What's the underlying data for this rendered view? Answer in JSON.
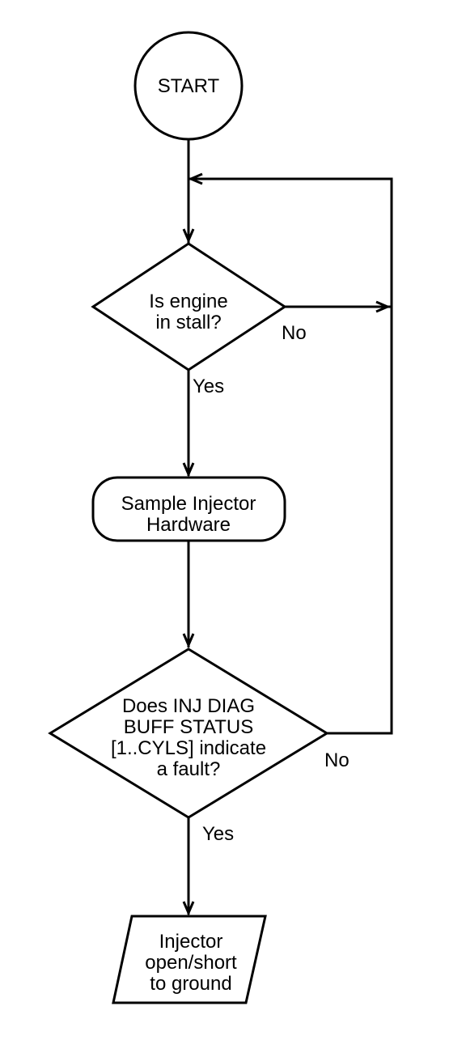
{
  "flowchart": {
    "start": {
      "label": "START"
    },
    "decision_stall": {
      "lines": [
        "Is engine",
        "in stall?"
      ],
      "no_label": "No",
      "yes_label": "Yes"
    },
    "sample_process": {
      "lines": [
        "Sample Injector",
        "Hardware"
      ]
    },
    "decision_fault": {
      "lines": [
        "Does INJ DIAG",
        "BUFF STATUS",
        "[1..CYLS] indicate",
        "a fault?"
      ],
      "no_label": "No",
      "yes_label": "Yes"
    },
    "output_result": {
      "lines": [
        "Injector",
        "open/short",
        "to ground"
      ]
    }
  }
}
